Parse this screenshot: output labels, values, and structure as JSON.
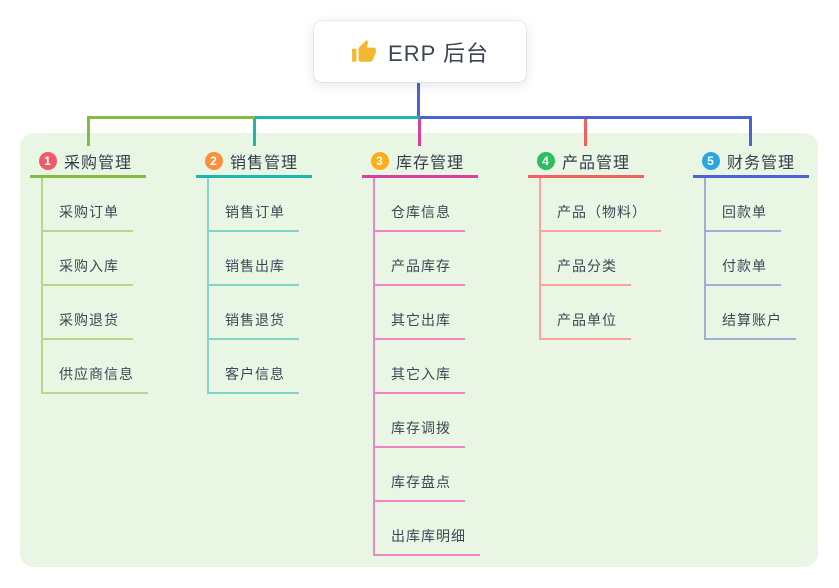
{
  "canvas": {
    "background": "#ffffff",
    "panel_background": "#e9f6e4"
  },
  "root": {
    "label": "ERP 后台",
    "icon": "thumbs-up-icon",
    "icon_color": "#f5b72e",
    "line_color": "#4a63d4"
  },
  "branches": [
    {
      "badge": "1",
      "badge_color": "#ee5a6e",
      "color": "#84bb41",
      "light_color": "#b3d88e",
      "title": "采购管理",
      "items": [
        "采购订单",
        "采购入库",
        "采购退货",
        "供应商信息"
      ]
    },
    {
      "badge": "2",
      "badge_color": "#f9903c",
      "color": "#1fb5ab",
      "light_color": "#82d3ca",
      "title": "销售管理",
      "items": [
        "销售订单",
        "销售出库",
        "销售退货",
        "客户信息"
      ]
    },
    {
      "badge": "3",
      "badge_color": "#fbae17",
      "color": "#d4419f",
      "light_color": "#ef86c3",
      "title": "库存管理",
      "items": [
        "仓库信息",
        "产品库存",
        "其它出库",
        "其它入库",
        "库存调拨",
        "库存盘点",
        "出库库明细"
      ]
    },
    {
      "badge": "4",
      "badge_color": "#2dbe60",
      "color": "#f4605e",
      "light_color": "#f8a3a1",
      "title": "产品管理",
      "items": [
        "产品（物料）",
        "产品分类",
        "产品单位"
      ]
    },
    {
      "badge": "5",
      "badge_color": "#2aa7e1",
      "color": "#4a63d4",
      "light_color": "#9dafd9",
      "title": "财务管理",
      "items": [
        "回款单",
        "付款单",
        "结算账户"
      ]
    }
  ]
}
